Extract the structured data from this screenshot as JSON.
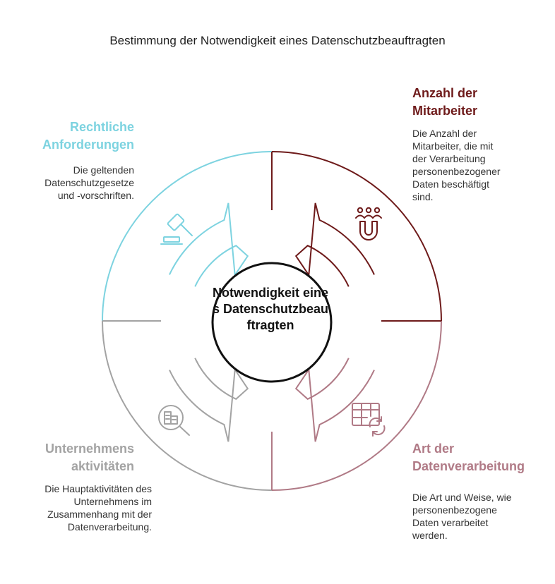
{
  "title": "Bestimmung der Notwendigkeit eines Datenschutzbeauftragten",
  "center": {
    "label": "Notwendigkeit eines Datenschutzbeauftragten"
  },
  "colors": {
    "legal": "#7dd3e0",
    "employees": "#6e1a1a",
    "processing": "#b07a86",
    "activities": "#a3a3a3"
  },
  "segments": [
    {
      "id": "legal",
      "heading_lines": [
        "Rechtliche",
        "Anforderungen"
      ],
      "description_lines": [
        "Die geltenden",
        "Datenschutzgesetze",
        "und -vorschriften."
      ],
      "icon": "gavel-icon"
    },
    {
      "id": "employees",
      "heading_lines": [
        "Anzahl der",
        "Mitarbeiter"
      ],
      "description_lines": [
        "Die Anzahl der",
        "Mitarbeiter, die mit",
        "der Verarbeitung",
        "personenbezogener",
        "Daten beschäftigt",
        "sind."
      ],
      "icon": "people-magnet-icon"
    },
    {
      "id": "processing",
      "heading_lines": [
        "Art der",
        "Datenverarbeitung"
      ],
      "description_lines": [
        "Die Art und Weise, wie",
        "personenbezogene",
        "Daten verarbeitet",
        "werden."
      ],
      "icon": "table-sync-icon"
    },
    {
      "id": "activities",
      "heading_lines": [
        "Unternehmens",
        "aktivitäten"
      ],
      "description_lines": [
        "Die Hauptaktivitäten des",
        "Unternehmens im",
        "Zusammenhang mit der",
        "Datenverarbeitung."
      ],
      "icon": "building-search-icon"
    }
  ]
}
